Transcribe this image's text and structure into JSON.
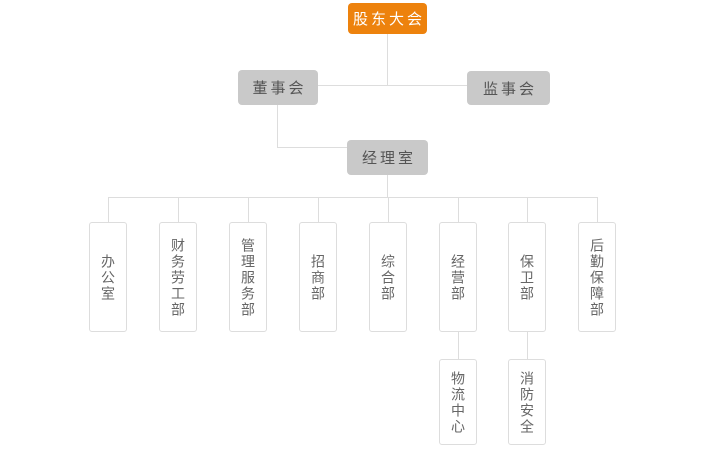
{
  "org_chart": {
    "root": {
      "label": "股东大会"
    },
    "branches": [
      {
        "label": "董事会"
      },
      {
        "label": "监事会"
      }
    ],
    "manager": {
      "label": "经理室"
    },
    "departments": [
      {
        "label": "办公室"
      },
      {
        "label": "财务劳工部"
      },
      {
        "label": "管理服务部"
      },
      {
        "label": "招商部"
      },
      {
        "label": "综合部"
      },
      {
        "label": "经营部"
      },
      {
        "label": "保卫部"
      },
      {
        "label": "后勤保障部"
      }
    ],
    "sub_departments": [
      {
        "label": "物流中心",
        "parent_label": "经营部"
      },
      {
        "label": "消防安全",
        "parent_label": "保卫部"
      }
    ]
  },
  "colors": {
    "page_bg": "#ffffff",
    "root_bg": "#ed820d",
    "root_text": "#ffffff",
    "branch_bg": "#c9c9c9",
    "branch_text": "#555555",
    "leaf_bg": "#ffffff",
    "leaf_border": "#dddddd",
    "leaf_text": "#666666",
    "connector": "#dddddd"
  }
}
